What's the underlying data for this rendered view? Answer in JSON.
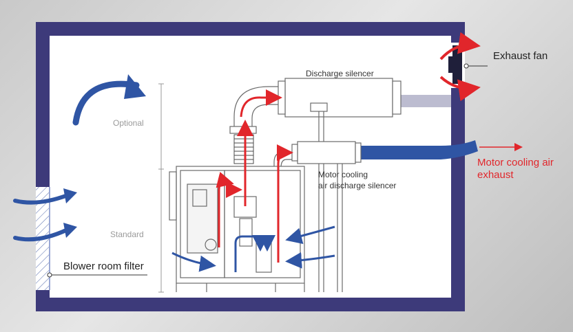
{
  "labels": {
    "exhaust_fan": "Exhaust fan",
    "discharge_silencer": "Discharge silencer",
    "optional": "Optional",
    "standard": "Standard",
    "motor_cooling_silencer_line1": "Motor cooling",
    "motor_cooling_silencer_line2": "air discharge silencer",
    "motor_cooling_exhaust_line1": "Motor cooling air",
    "motor_cooling_exhaust_line2": "exhaust",
    "blower_room_filter": "Blower room filter"
  },
  "colors": {
    "wall": "#3d3a7a",
    "airflow_in": "#2f55a4",
    "airflow_out": "#e1262b",
    "equipment_line": "#6a6a6a"
  }
}
